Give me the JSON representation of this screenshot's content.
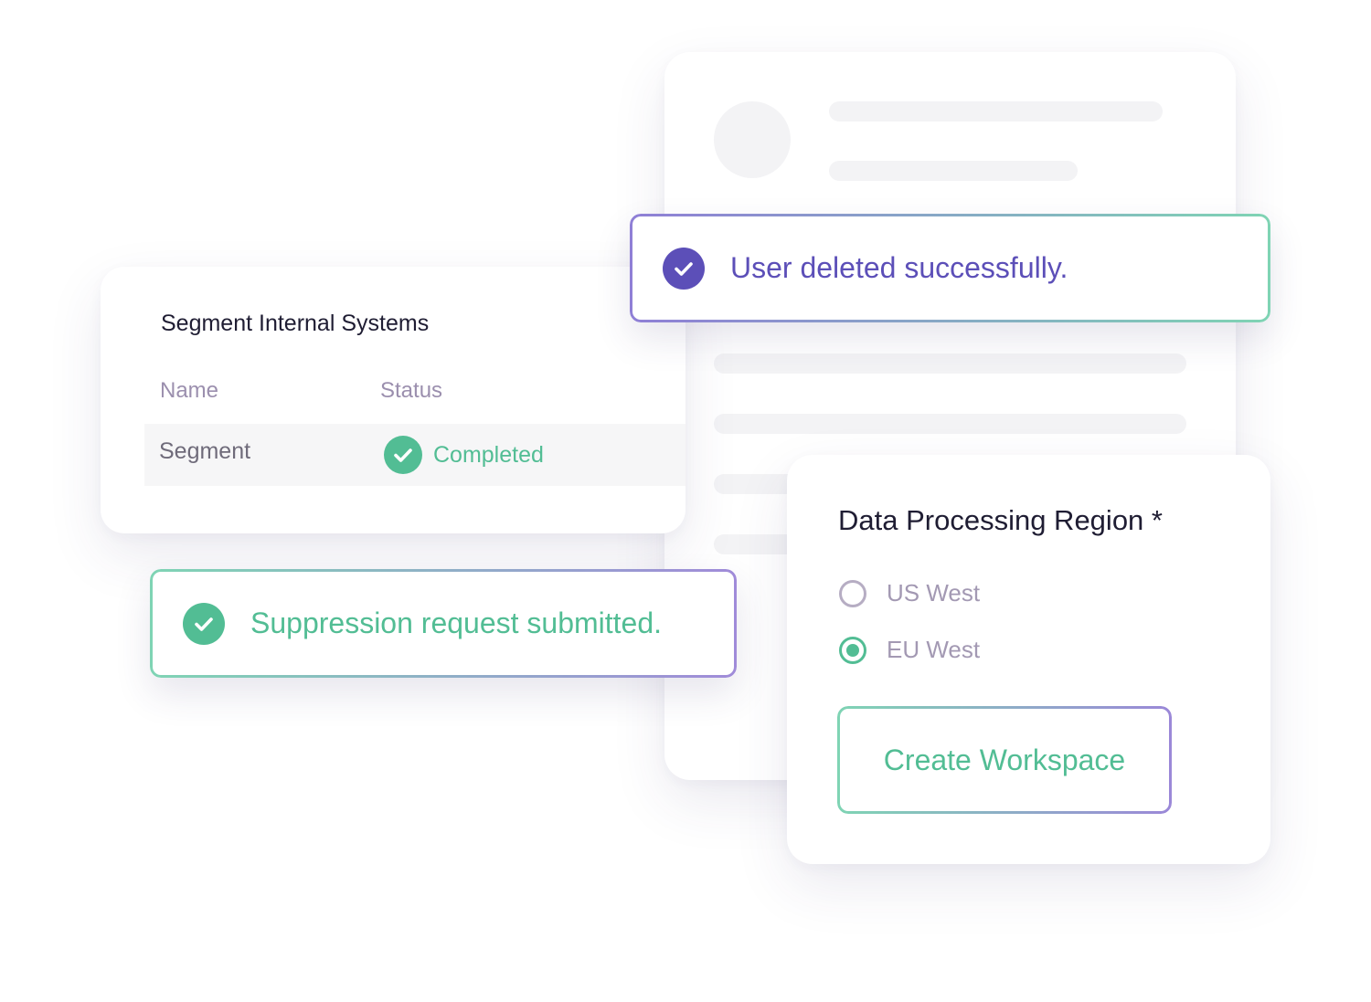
{
  "table_card": {
    "title": "Segment Internal Systems",
    "columns": [
      "Name",
      "Status"
    ],
    "rows": [
      {
        "name": "Segment",
        "status": "Completed",
        "status_icon": "check-circle-icon"
      }
    ]
  },
  "toasts": {
    "user_deleted": {
      "text": "User deleted successfully.",
      "icon": "check-circle-icon",
      "color": "#5c4fb8"
    },
    "suppression": {
      "text": "Suppression request submitted.",
      "icon": "check-circle-icon",
      "color": "#52bd94"
    }
  },
  "region_card": {
    "title": "Data Processing Region *",
    "options": [
      {
        "label": "US West",
        "selected": false
      },
      {
        "label": "EU West",
        "selected": true
      }
    ],
    "button_label": "Create Workspace"
  },
  "colors": {
    "accent_green": "#52bd94",
    "accent_purple": "#5c4fb8",
    "heading": "#1f1d33",
    "muted": "#9b8fae"
  }
}
